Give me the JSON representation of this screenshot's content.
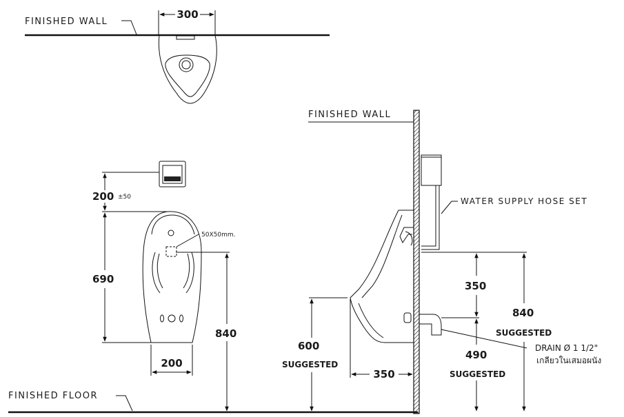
{
  "labels": {
    "finished_wall_top": "FINISHED WALL",
    "finished_wall_side": "FINISHED WALL",
    "finished_floor": "FINISHED FLOOR",
    "water_supply": "WATER SUPPLY HOSE SET",
    "drain": "DRAIN Ø 1 1/2\"",
    "drain_thai": "เกลียวในเสมอผนัง",
    "sensor_size": "50X50mm."
  },
  "dims": {
    "top_width": "300",
    "sensor_offset": "200",
    "sensor_tolerance": "±50",
    "height_690": "690",
    "base_width": "200",
    "height_840_front": "840",
    "height_600": "600",
    "suggested_600": "SUGGESTED",
    "depth_350": "350",
    "height_350": "350",
    "height_840_side": "840",
    "suggested_840": "SUGGESTED",
    "height_490": "490",
    "suggested_490": "SUGGESTED"
  }
}
